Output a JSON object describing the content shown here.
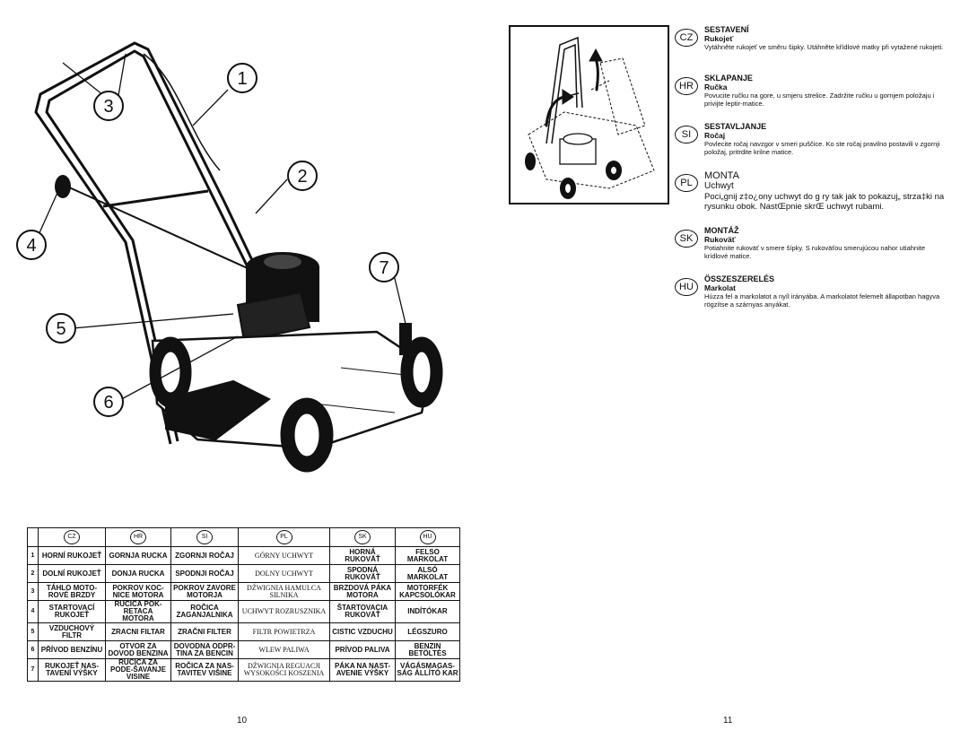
{
  "sections": [
    {
      "lang": "CZ",
      "title": "SESTAVENÍ",
      "subtitle": "Rukojeť",
      "text": "Vytáhněte rukojeť ve směru šipky. Utáhněte křídlové matky při vytažené rukojeti."
    },
    {
      "lang": "HR",
      "title": "SKLAPANJE",
      "subtitle": "Ručka",
      "text": "Povucite ručku na gore, u smjeru strelice.  Zadržite ručku u gornjem položaju i privijte leptir-matice."
    },
    {
      "lang": "SI",
      "title": "SESTAVLJANJE",
      "subtitle": "Ročaj",
      "text": "Povlecite ročaj navzgor v smeri puščice. Ko ste ročaj pravilno postavili v zgornji položaj, pritrdite krilne matice."
    },
    {
      "lang": "PL",
      "title": "MONTA",
      "subtitle": "Uchwyt",
      "text": "Poci„gnij z‡o¿ony uchwyt do g ry tak jak to pokazuj„ strza‡ki na rysunku obok. NastŒpnie skrŒ  uchwyt  rubami."
    },
    {
      "lang": "SK",
      "title": "MONTÁŽ",
      "subtitle": "Rukoväť",
      "text": "Potiahnite rukoväť v smere šípky. S rukoväťou smerujúcou nahor utiahnite krídlové matice."
    },
    {
      "lang": "HU",
      "title": "ÖSSZESZERELÉS",
      "subtitle": "Markolat",
      "text": "Húzza fel a markolatot a nyíl irányába.  A markolatot felemelt állapotban hagyva rögzítse a szárnyas anyákat."
    }
  ],
  "callouts": [
    "1",
    "2",
    "3",
    "4",
    "5",
    "6",
    "7"
  ],
  "table": {
    "headers": [
      "CZ",
      "HR",
      "SI",
      "PL",
      "SK",
      "HU"
    ],
    "rows": [
      {
        "n": "1",
        "cz": "HORNÍ RUKOJEŤ",
        "hr": "GORNJA RUCKA",
        "si": "ZGORNJI ROČAJ",
        "pl": "GÓRNY UCHWYT",
        "sk": "HORNÁ RUKOVÄŤ",
        "hu": "FELSO MARKOLAT"
      },
      {
        "n": "2",
        "cz": "DOLNÍ RUKOJEŤ",
        "hr": "DONJA RUCKA",
        "si": "SPODNJI ROČAJ",
        "pl": "DOLNY UCHWYT",
        "sk": "SPODNÁ RUKOVÄŤ",
        "hu": "ALSÓ MARKOLAT"
      },
      {
        "n": "3",
        "cz": "TÁHLO MOTO-ROVÉ BRZDY",
        "hr": "POKROV KOC-NICE MOTORA",
        "si": "POKROV ZAVORE MOTORJA",
        "pl": "DŹWIGNIA HAMULCA SILNIKA",
        "sk": "BRZDOVÁ PÁKA MOTORA",
        "hu": "MOTORFÉK KAPCSOLÓKAR"
      },
      {
        "n": "4",
        "cz": "STARTOVACÍ RUKOJEŤ",
        "hr": "RUCICA POK-RETACA MOTORA",
        "si": "ROČICA ZAGANJALNIKA",
        "pl": "UCHWYT ROZRUSZNIKA",
        "sk": "ŠTARTOVACIA RUKOVÄŤ",
        "hu": "INDÍTÓKAR"
      },
      {
        "n": "5",
        "cz": "VZDUCHOVÝ FILTR",
        "hr": "ZRACNI FILTAR",
        "si": "ZRAČNI FILTER",
        "pl": "FILTR POWIETRZA",
        "sk": "CISTIC VZDUCHU",
        "hu": "LÉGSZURO"
      },
      {
        "n": "6",
        "cz": "PŘÍVOD BENZÍNU",
        "hr": "OTVOR ZA DOVOD BENZINA",
        "si": "DOVODNA ODPR-TINA ZA BENCIN",
        "pl": "WLEW PALIWA",
        "sk": "PRÍVOD PALIVA",
        "hu": "BENZIN BETÖLTÉS"
      },
      {
        "n": "7",
        "cz": "RUKOJEŤ NAS-TAVENÍ VÝŠKY",
        "hr": "RUCICA ZA PODE-ŠAVANJE VISINE",
        "si": "ROČICA ZA NAS-TAVITEV VIŠINE",
        "pl": "DŹWIGNIA REGUACJI WYSOKOŚCI KOSZENIA",
        "sk": "PÁKA NA NAST-AVENIE VÝŠKY",
        "hu": "VÁGÁSMAGAS-SÁG ÁLLÍTÓ KAR"
      }
    ]
  },
  "pages": {
    "left": "10",
    "right": "11"
  }
}
